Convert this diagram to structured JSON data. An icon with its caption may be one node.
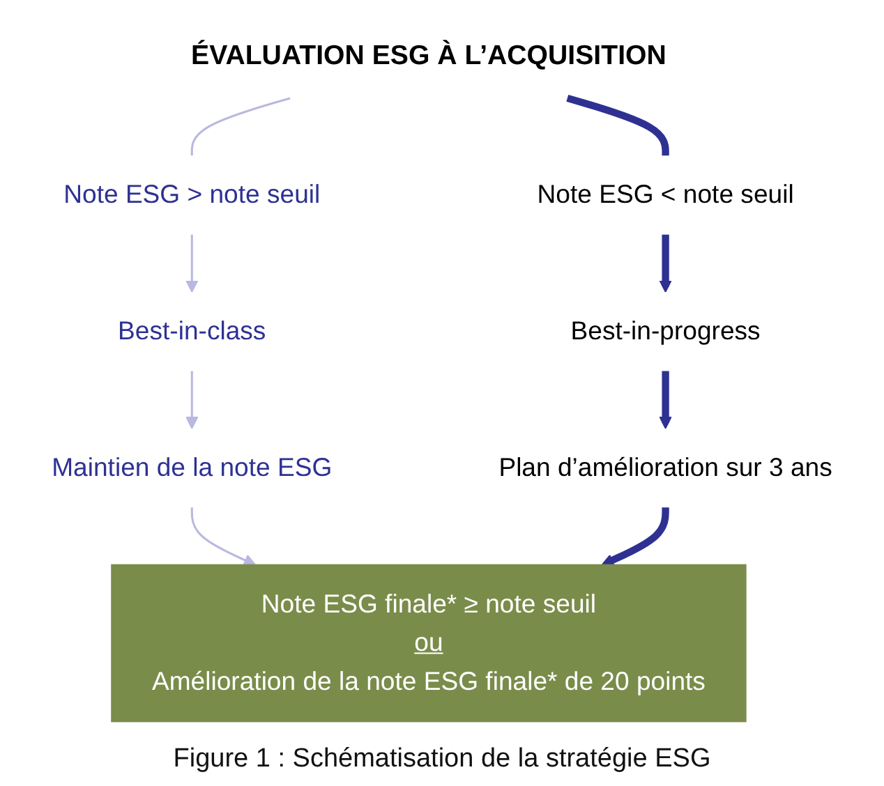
{
  "diagram": {
    "caption": "Figure 1 : Schématisation de la stratégie ESG",
    "nodes": [
      {
        "text": [
          "ÉVALUATION ESG À L’ACQUISITION"
        ]
      },
      {
        "text": [
          "Note ESG > note seuil"
        ]
      },
      {
        "text": [
          "Best-in-class"
        ]
      },
      {
        "text": [
          "Maintien de la note ESG"
        ]
      },
      {
        "text": [
          "Note ESG < note seuil"
        ]
      },
      {
        "text": [
          "Best-in-progress"
        ]
      },
      {
        "text": [
          "Plan d’amélioration sur 3 ans"
        ]
      },
      {
        "text": [
          "Note ESG finale* ≥ note seuil",
          "ou",
          "Amélioration de la note ESG finale* de 20 points"
        ]
      }
    ],
    "edges": [
      {
        "from": 0,
        "to": 1,
        "arrow": "none",
        "color": "#b8b8e0"
      },
      {
        "from": 1,
        "to": 2,
        "arrow": "to",
        "color": "#b8b8e0"
      },
      {
        "from": 2,
        "to": 3,
        "arrow": "to",
        "color": "#b8b8e0"
      },
      {
        "from": 3,
        "to": 7,
        "arrow": "to",
        "color": "#b8b8e0"
      },
      {
        "from": 0,
        "to": 4,
        "arrow": "none",
        "style": "thick",
        "color": "#2e3192"
      },
      {
        "from": 4,
        "to": 5,
        "arrow": "to",
        "style": "thick",
        "color": "#2e3192"
      },
      {
        "from": 5,
        "to": 6,
        "arrow": "to",
        "style": "thick",
        "color": "#2e3192"
      },
      {
        "from": 6,
        "to": 7,
        "arrow": "to",
        "style": "thick",
        "color": "#2e3192"
      }
    ]
  }
}
